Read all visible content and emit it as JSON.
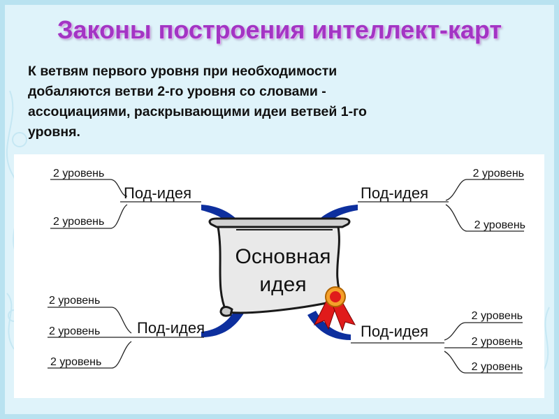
{
  "slide": {
    "title": "Законы построения интеллект-карт",
    "text_lines": [
      "К ветвям первого уровня при необходимости",
      "добаляются ветви 2-го уровня со словами -",
      "ассоциациями, раскрывающими идеи ветвей 1-го",
      "уровня."
    ]
  },
  "mindmap": {
    "central": {
      "line1": "Основная",
      "line2": "идея"
    },
    "top_left": {
      "label": "Под-идея",
      "children": [
        "2 уровень",
        "2 уровень"
      ]
    },
    "top_right": {
      "label": "Под-идея",
      "children": [
        "2 уровень",
        "2 уровень"
      ]
    },
    "bottom_left": {
      "label": "Под-идея",
      "children": [
        "2 уровень",
        "2 уровень",
        "2 уровень"
      ]
    },
    "bottom_right": {
      "label": "Под-идея",
      "children": [
        "2 уровень",
        "2 уровень",
        "2 уровень"
      ]
    }
  },
  "colors": {
    "title": "#a335c4",
    "branch_blue": "#0d2f9e",
    "scroll_fill": "#e8e8e8",
    "ribbon_red": "#e01b1b",
    "seal_orange": "#f5a02a",
    "background": "#dff3fa"
  }
}
